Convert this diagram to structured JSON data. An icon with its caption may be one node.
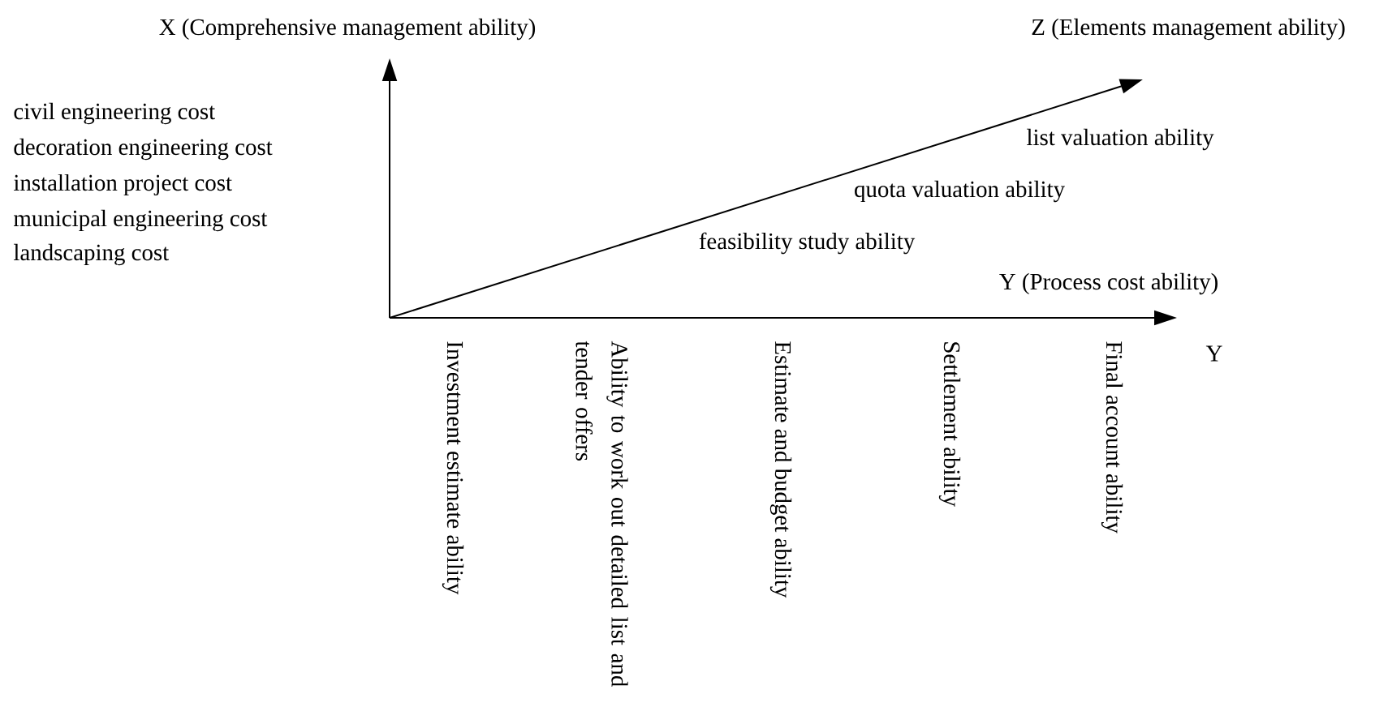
{
  "diagram": {
    "labels": [
      "X (Comprehensive management ability)",
      "Z (Elements management ability)",
      "civil engineering cost",
      "decoration engineering cost",
      "installation project cost",
      "municipal engineering cost",
      "landscaping cost",
      "list valuation ability",
      "quota valuation ability",
      "feasibility study ability",
      "Y (Process cost ability)",
      "Y",
      "Investment estimate ability",
      "Ability to work out detailed list and tender offers",
      "Estimate and budget ability",
      "Settlement ability",
      "Final account ability"
    ]
  }
}
